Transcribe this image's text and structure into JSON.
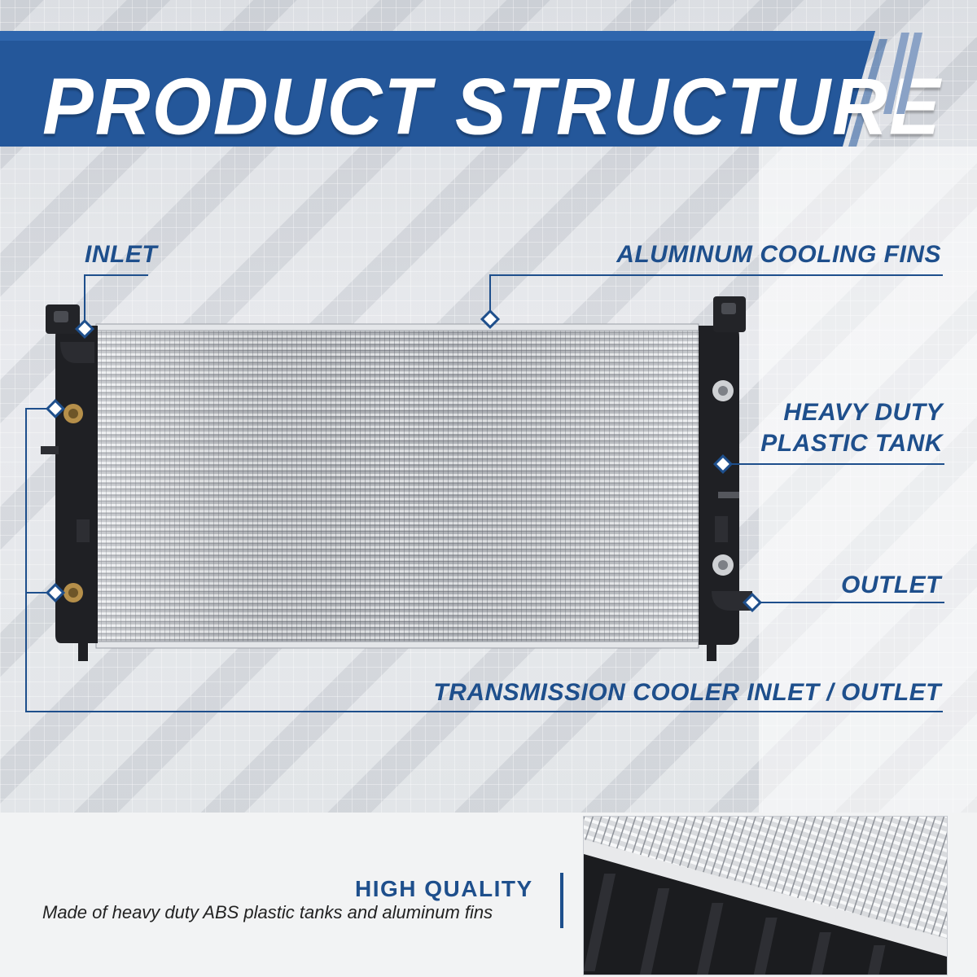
{
  "header": {
    "title": "PRODUCT STRUCTURE"
  },
  "labels": {
    "inlet": "INLET",
    "fins": "ALUMINUM COOLING FINS",
    "tank_line1": "HEAVY DUTY",
    "tank_line2": "PLASTIC TANK",
    "outlet": "OUTLET",
    "trans": "TRANSMISSION COOLER INLET / OUTLET"
  },
  "quality": {
    "title": "HIGH QUALITY",
    "description": "Made of heavy duty ABS plastic tanks and aluminum fins"
  },
  "colors": {
    "brand_blue": "#1e4f8c",
    "banner_blue": "#24579a",
    "tank_black": "#1c1d20",
    "fin_silver": "#c7cace"
  }
}
